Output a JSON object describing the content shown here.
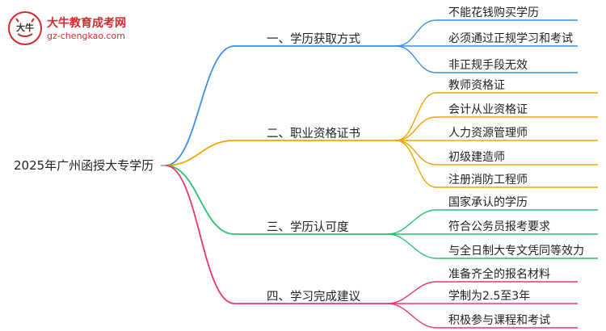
{
  "logo": {
    "name": "大牛教育成考网",
    "url": "gz-chengkao.com",
    "badge_text": "大牛"
  },
  "root": {
    "label": "2025年广州函授大专学历"
  },
  "branches": [
    {
      "label": "一、学历获取方式",
      "color": "#3a8fe6",
      "leaves": [
        "不能花钱购买学历",
        "必须通过正规学习和考试",
        "非正规手段无效"
      ]
    },
    {
      "label": "二、职业资格证书",
      "color": "#f0a500",
      "leaves": [
        "教师资格证",
        "会计从业资格证",
        "人力资源管理师",
        "初级建造师",
        "注册消防工程师"
      ]
    },
    {
      "label": "三、学历认可度",
      "color": "#2bbf6f",
      "leaves": [
        "国家承认的学历",
        "符合公务员报考要求",
        "与全日制大专文凭同等效力"
      ]
    },
    {
      "label": "四、学习完成建议",
      "color": "#e8366e",
      "leaves": [
        "准备齐全的报名材料",
        "学制为2.5至3年",
        "积极参与课程和考试"
      ]
    }
  ]
}
